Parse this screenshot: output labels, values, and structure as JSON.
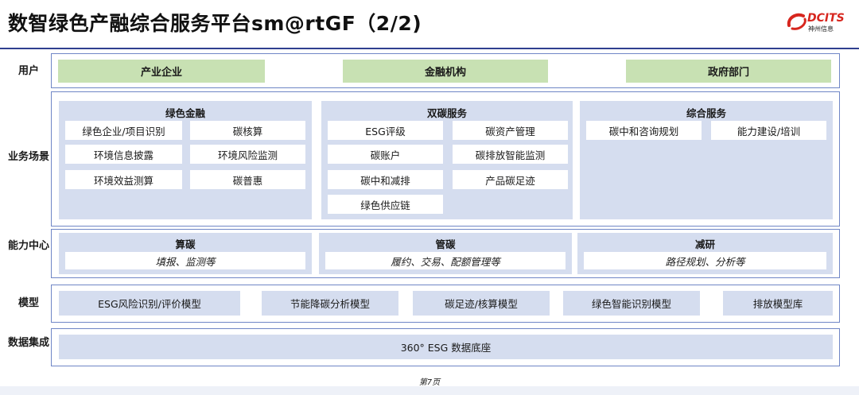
{
  "title": "数智绿色产融综合服务平台sm@rtGF（2/2)",
  "logo": {
    "brand": "DCITS",
    "sub": "神州信息"
  },
  "rows": {
    "users": {
      "label": "用户",
      "items": [
        "产业企业",
        "金融机构",
        "政府部门"
      ]
    },
    "scenarios": {
      "label": "业务场景",
      "panels": [
        {
          "title": "绿色金融",
          "items": [
            "绿色企业/项目识别",
            "碳核算",
            "环境信息披露",
            "环境风险监测",
            "环境效益测算",
            "碳普惠"
          ]
        },
        {
          "title": "双碳服务",
          "items": [
            "ESG评级",
            "碳资产管理",
            "碳账户",
            "碳排放智能监测",
            "碳中和减排",
            "产品碳足迹",
            "绿色供应链"
          ]
        },
        {
          "title": "综合服务",
          "items": [
            "碳中和咨询规划",
            "能力建设/培训"
          ]
        }
      ]
    },
    "capability": {
      "label": "能力中心",
      "panels": [
        {
          "title": "算碳",
          "desc": "填报、监测等"
        },
        {
          "title": "管碳",
          "desc": "履约、交易、配额管理等"
        },
        {
          "title": "减研",
          "desc": "路径规划、分析等"
        }
      ]
    },
    "models": {
      "label": "模型",
      "items": [
        "ESG风险识别/评价模型",
        "节能降碳分析模型",
        "碳足迹/核算模型",
        "绿色智能识别模型",
        "排放模型库"
      ]
    },
    "data": {
      "label": "数据集成",
      "items": [
        "360° ESG 数据底座"
      ]
    }
  },
  "footer": "第7页",
  "colors": {
    "border": "#6f86c6",
    "green": "#c8e1b3",
    "blue": "#d5ddef",
    "logo_red": "#d7261e",
    "rule": "#2f3f8f"
  }
}
